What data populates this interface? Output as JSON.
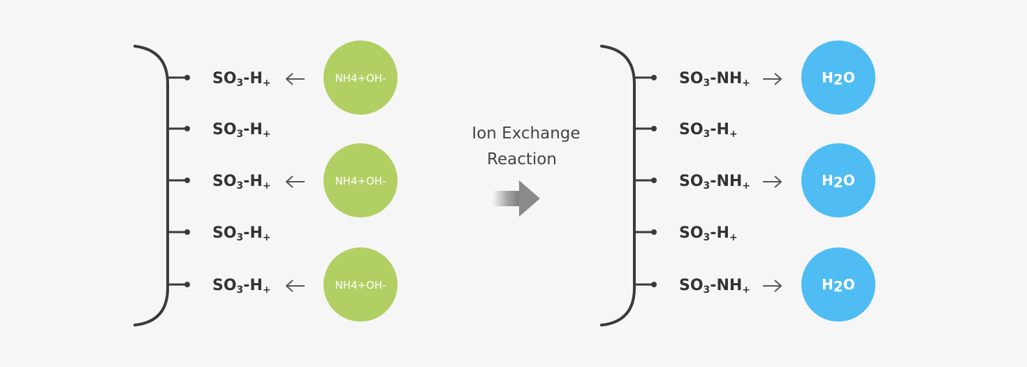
{
  "reaction": {
    "line1": "Ion Exchange",
    "line2": "Reaction"
  },
  "left_panel": {
    "rows": [
      {
        "group": "SO",
        "group_sub": "3",
        "sep": "-",
        "ion": "H",
        "ion_sup": "+",
        "reactant": "NH4+OH-",
        "arrow": "left"
      },
      {
        "group": "SO",
        "group_sub": "3",
        "sep": "-",
        "ion": "H",
        "ion_sup": "+",
        "reactant": null,
        "arrow": null
      },
      {
        "group": "SO",
        "group_sub": "3",
        "sep": "-",
        "ion": "H",
        "ion_sup": "+",
        "reactant": "NH4+OH-",
        "arrow": "left"
      },
      {
        "group": "SO",
        "group_sub": "3",
        "sep": "-",
        "ion": "H",
        "ion_sup": "+",
        "reactant": null,
        "arrow": null
      },
      {
        "group": "SO",
        "group_sub": "3",
        "sep": "-",
        "ion": "H",
        "ion_sup": "+",
        "reactant": "NH4+OH-",
        "arrow": "left"
      }
    ]
  },
  "right_panel": {
    "rows": [
      {
        "group": "SO",
        "group_sub": "3",
        "sep": "-",
        "ion": "NH",
        "ion_sup": "+",
        "product": {
          "base": "H",
          "sub": "2",
          "tail": "O"
        },
        "arrow": "right"
      },
      {
        "group": "SO",
        "group_sub": "3",
        "sep": "-",
        "ion": "H",
        "ion_sup": "+",
        "product": null,
        "arrow": null
      },
      {
        "group": "SO",
        "group_sub": "3",
        "sep": "-",
        "ion": "NH",
        "ion_sup": "+",
        "product": {
          "base": "H",
          "sub": "2",
          "tail": "O"
        },
        "arrow": "right"
      },
      {
        "group": "SO",
        "group_sub": "3",
        "sep": "-",
        "ion": "H",
        "ion_sup": "+",
        "product": null,
        "arrow": null
      },
      {
        "group": "SO",
        "group_sub": "3",
        "sep": "-",
        "ion": "NH",
        "ion_sup": "+",
        "product": {
          "base": "H",
          "sub": "2",
          "tail": "O"
        },
        "arrow": "right"
      }
    ]
  },
  "colors": {
    "background": "#f6f6f6",
    "text": "#333333",
    "bracket": "#3a3a3a",
    "reactant_circle": "#b2cf63",
    "product_circle": "#4fbdf3",
    "arrow": "#555555",
    "reaction_arrow": "#8e8e8e"
  }
}
